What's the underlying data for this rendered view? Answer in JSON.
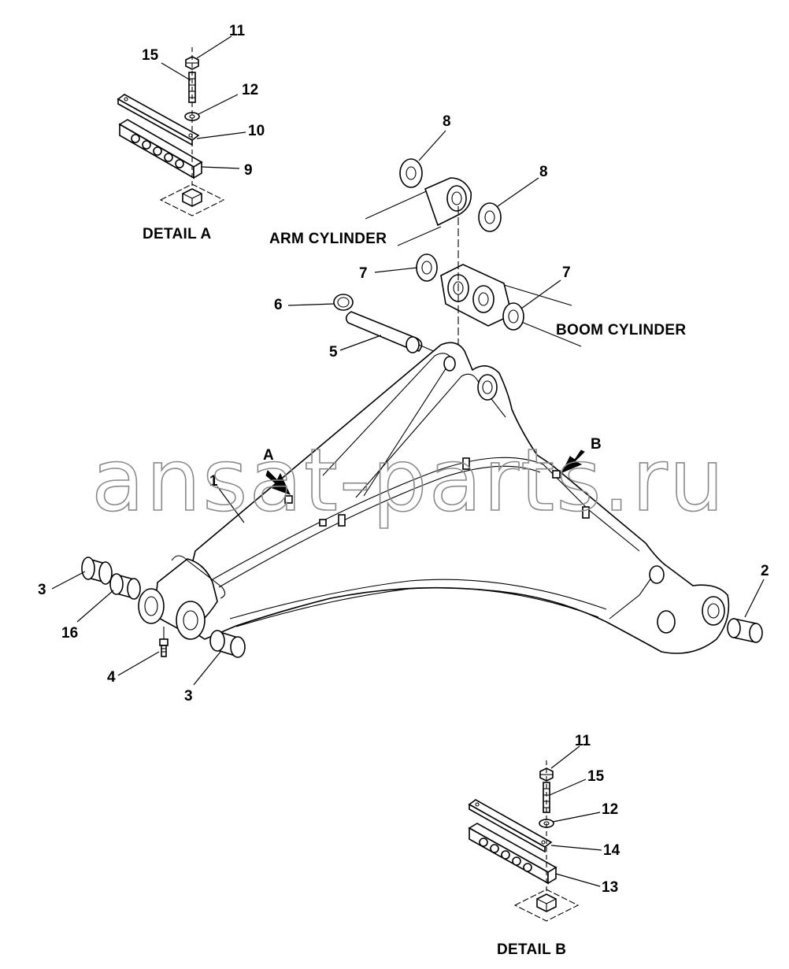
{
  "diagram": {
    "watermark": "ansat-parts.ru",
    "captions": {
      "detail_a": "DETAIL A",
      "detail_b": "DETAIL B",
      "arm_cylinder": "ARM CYLINDER",
      "boom_cylinder": "BOOM CYLINDER",
      "view_a": "A",
      "view_b": "B"
    },
    "callouts": {
      "part_1": "1",
      "part_2": "2",
      "part_3_top": "3",
      "part_3_bottom": "3",
      "part_4": "4",
      "part_5": "5",
      "part_6": "6",
      "part_7_left": "7",
      "part_7_right": "7",
      "part_8_left": "8",
      "part_8_right": "8",
      "part_9": "9",
      "part_10": "10",
      "part_11_a": "11",
      "part_12_a": "12",
      "part_15_a": "15",
      "part_16": "16",
      "part_11_b": "11",
      "part_12_b": "12",
      "part_13": "13",
      "part_14": "14",
      "part_15_b": "15"
    }
  }
}
